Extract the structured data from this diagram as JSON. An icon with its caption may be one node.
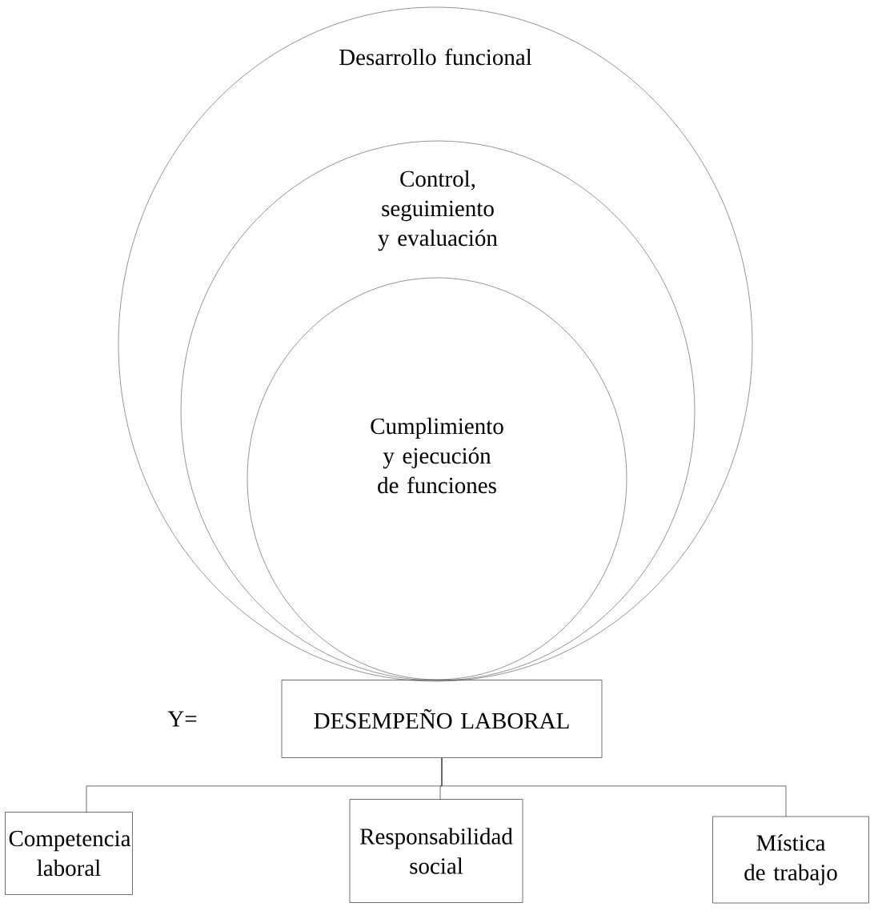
{
  "diagram": {
    "nodes": [
      {
        "text": [
          "Desarrollo funcional"
        ]
      },
      {
        "text": [
          "Control, seguimiento y evaluación"
        ],
        "in": 0
      },
      {
        "text": [
          "Cumplimiento y ejecución de funciones"
        ],
        "in": 1
      },
      {
        "text": [
          "DESEMPEÑO LABORAL"
        ]
      },
      {
        "text": [
          "Competencia laboral"
        ]
      },
      {
        "text": [
          "Responsabilidad social"
        ]
      },
      {
        "text": [
          "Mística de trabajo"
        ]
      }
    ],
    "edges": [
      {
        "from": 3,
        "to": 4,
        "arrow": "none"
      },
      {
        "from": 3,
        "to": 5,
        "arrow": "none"
      },
      {
        "from": 3,
        "to": 6,
        "arrow": "none"
      }
    ],
    "labels": [
      "Y="
    ]
  }
}
